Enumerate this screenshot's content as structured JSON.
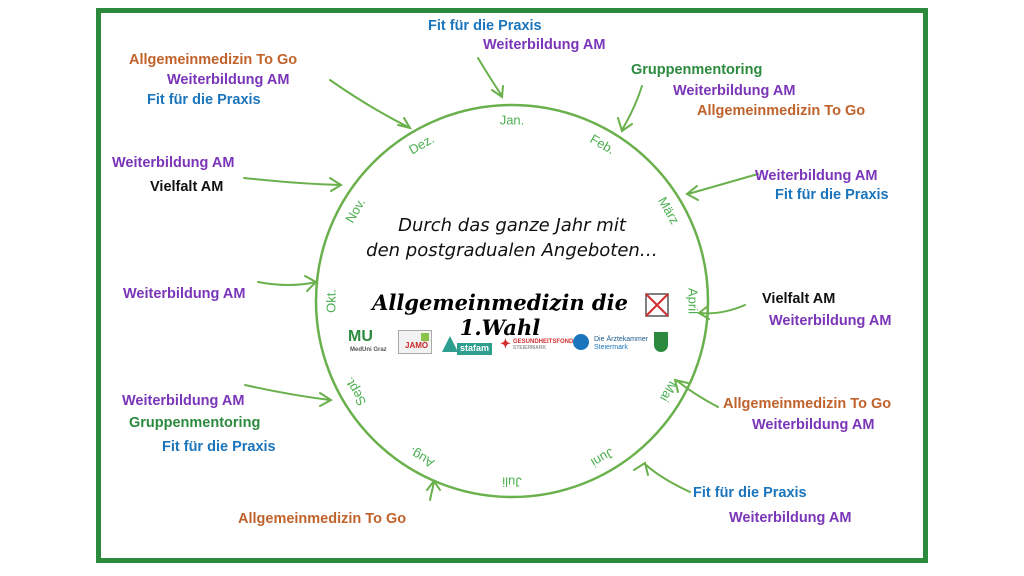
{
  "center": {
    "line1": "Durch das ganze Jahr mit",
    "line2": "den postgradualen Angeboten…",
    "headline": "Allgemeinmedizin die 1.Wahl"
  },
  "months": [
    "Jan.",
    "Feb.",
    "März",
    "April",
    "Mai",
    "Juni",
    "Juli",
    "Aug.",
    "Sept.",
    "Okt.",
    "Nov.",
    "Dez."
  ],
  "offers": {
    "jan": [
      "Fit für die Praxis",
      "Weiterbildung AM"
    ],
    "feb": [
      "Gruppenmentoring",
      "Weiterbildung AM",
      "Allgemeinmedizin  To Go"
    ],
    "maerz": [
      "Weiterbildung AM",
      "Fit für die Praxis"
    ],
    "april": [
      "Vielfalt AM",
      "Weiterbildung AM"
    ],
    "mai": [
      "Allgemeinmedizin  To Go",
      "Weiterbildung AM"
    ],
    "juni": [
      "Fit für die Praxis",
      "Weiterbildung AM"
    ],
    "aug": [
      "Allgemeinmedizin  To Go"
    ],
    "sept": [
      "Weiterbildung AM",
      "Gruppenmentoring",
      "Fit für die Praxis"
    ],
    "okt": [
      "Weiterbildung AM"
    ],
    "nov": [
      "Weiterbildung AM",
      "Vielfalt AM"
    ],
    "dez": [
      "Allgemeinmedizin  To Go",
      "Weiterbildung AM",
      "Fit für die Praxis"
    ]
  },
  "logos": {
    "mu": "MU",
    "mu_sub": "MedUni Graz",
    "jamo": "JAMÖ",
    "stafam": "stafam",
    "gesundheitsfonds": "GESUNDHEITSFONDS",
    "gesundheitsfonds_sub": "STEIERMARK",
    "aek": "Die Ärztekammer",
    "aek_sub": "Steiermark"
  },
  "colors": {
    "frame": "#2b8a3e",
    "circle": "#6ab04c",
    "fit": "#1b75bc",
    "weiterbildung": "#7a35b8",
    "togo": "#c0622c",
    "mentoring": "#2b8a3e",
    "vielfalt": "#111111"
  }
}
